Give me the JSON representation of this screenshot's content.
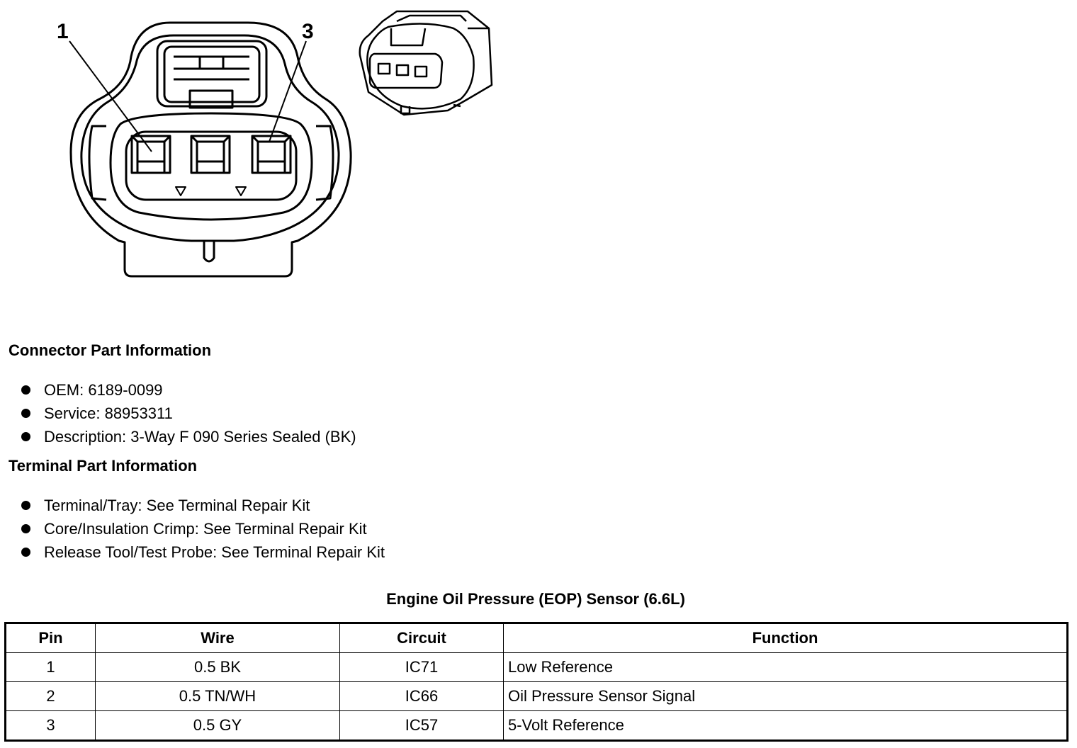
{
  "diagram": {
    "callouts": [
      "1",
      "3"
    ]
  },
  "connector_part_information": {
    "heading": "Connector Part Information",
    "items": [
      "OEM: 6189-0099",
      "Service: 88953311",
      "Description: 3-Way F 090 Series Sealed (BK)"
    ]
  },
  "terminal_part_information": {
    "heading": "Terminal Part Information",
    "items": [
      "Terminal/Tray: See Terminal Repair Kit",
      "Core/Insulation Crimp: See Terminal Repair Kit",
      "Release Tool/Test Probe: See Terminal Repair Kit"
    ]
  },
  "pinout_table": {
    "title": "Engine Oil Pressure (EOP) Sensor (6.6L)",
    "headers": [
      "Pin",
      "Wire",
      "Circuit",
      "Function"
    ],
    "rows": [
      [
        "1",
        "0.5 BK",
        "IC71",
        "Low Reference"
      ],
      [
        "2",
        "0.5 TN/WH",
        "IC66",
        "Oil Pressure Sensor Signal"
      ],
      [
        "3",
        "0.5 GY",
        "IC57",
        "5-Volt Reference"
      ]
    ]
  }
}
